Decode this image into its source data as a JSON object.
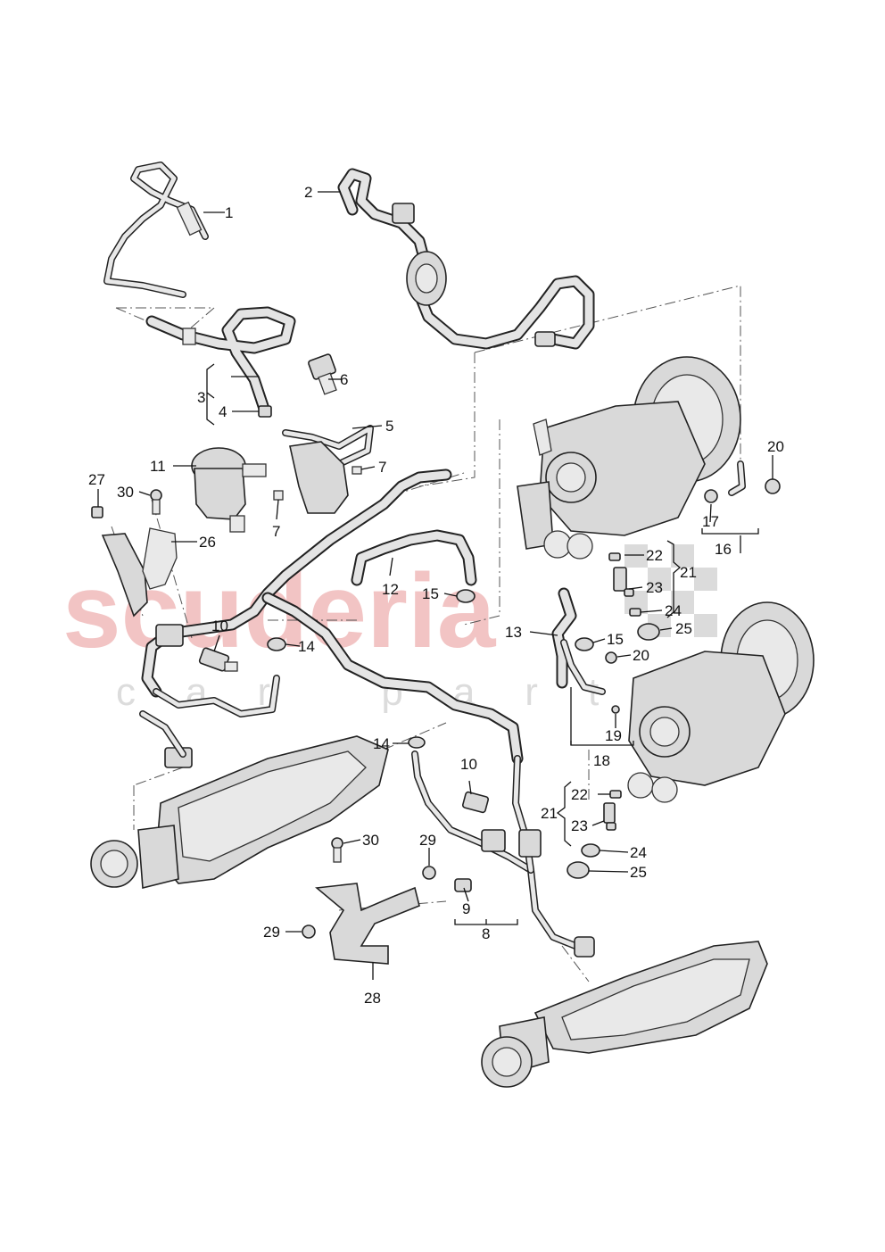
{
  "watermark": {
    "main": "scuderia",
    "sub": "car parts",
    "color_main": "#f2c4c4",
    "color_sub": "#dcdcdc"
  },
  "callouts": [
    {
      "id": "c1",
      "text": "1"
    },
    {
      "id": "c2",
      "text": "2"
    },
    {
      "id": "c3",
      "text": "3"
    },
    {
      "id": "c4",
      "text": "4"
    },
    {
      "id": "c5",
      "text": "5"
    },
    {
      "id": "c6",
      "text": "6"
    },
    {
      "id": "c7a",
      "text": "7"
    },
    {
      "id": "c7b",
      "text": "7"
    },
    {
      "id": "c8",
      "text": "8"
    },
    {
      "id": "c9",
      "text": "9"
    },
    {
      "id": "c10a",
      "text": "10"
    },
    {
      "id": "c10b",
      "text": "10"
    },
    {
      "id": "c11",
      "text": "11"
    },
    {
      "id": "c12",
      "text": "12"
    },
    {
      "id": "c13",
      "text": "13"
    },
    {
      "id": "c14a",
      "text": "14"
    },
    {
      "id": "c14b",
      "text": "14"
    },
    {
      "id": "c15a",
      "text": "15"
    },
    {
      "id": "c15b",
      "text": "15"
    },
    {
      "id": "c16",
      "text": "16"
    },
    {
      "id": "c17",
      "text": "17"
    },
    {
      "id": "c18",
      "text": "18"
    },
    {
      "id": "c19",
      "text": "19"
    },
    {
      "id": "c20a",
      "text": "20"
    },
    {
      "id": "c20b",
      "text": "20"
    },
    {
      "id": "c21a",
      "text": "21"
    },
    {
      "id": "c21b",
      "text": "21"
    },
    {
      "id": "c22a",
      "text": "22"
    },
    {
      "id": "c22b",
      "text": "22"
    },
    {
      "id": "c23a",
      "text": "23"
    },
    {
      "id": "c23b",
      "text": "23"
    },
    {
      "id": "c24a",
      "text": "24"
    },
    {
      "id": "c24b",
      "text": "24"
    },
    {
      "id": "c25a",
      "text": "25"
    },
    {
      "id": "c25b",
      "text": "25"
    },
    {
      "id": "c26",
      "text": "26"
    },
    {
      "id": "c27",
      "text": "27"
    },
    {
      "id": "c28",
      "text": "28"
    },
    {
      "id": "c29a",
      "text": "29"
    },
    {
      "id": "c29b",
      "text": "29"
    },
    {
      "id": "c30a",
      "text": "30"
    },
    {
      "id": "c30b",
      "text": "30"
    }
  ]
}
